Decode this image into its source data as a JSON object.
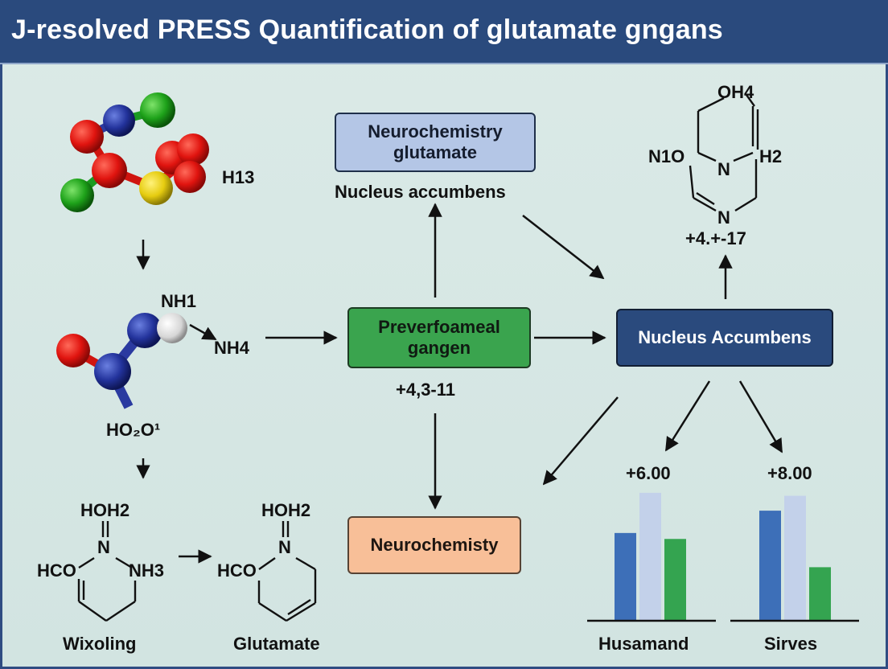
{
  "title": "J-resolved PRESS Quantification of glutamate gngans",
  "molecule_top": {
    "label": "H13"
  },
  "molecule_mid": {
    "label_nh1": "NH1",
    "label_nh4": "NH4",
    "label_ho": "HO₂O¹"
  },
  "ring_left": {
    "top": "HOH2",
    "n": "N",
    "left": "HCO",
    "right": "NH3",
    "caption": "Wixoling"
  },
  "ring_right": {
    "top": "HOH2",
    "n": "N",
    "left": "HCO",
    "caption": "Glutamate"
  },
  "box_neuro_glutamate": {
    "line1": "Neurochemistry",
    "line2": "glutamate"
  },
  "label_nucleus_accumbens": "Nucleus accumbens",
  "box_preverfoameal": {
    "line1": "Preverfoameal",
    "line2": "gangen"
  },
  "label_value_mid": "+4,3-11",
  "box_nucleus_accumbens": "Nucleus Accumbens",
  "box_neurochemisty": "Neurochemisty",
  "ring_topright": {
    "top": "OH4",
    "left": "N1O",
    "n_mid": "N",
    "right": "H2",
    "n_bottom": "N",
    "value": "+4.+-17"
  },
  "chart_data": [
    {
      "type": "bar",
      "categories": [
        "1",
        "2",
        "3"
      ],
      "values": [
        5.9,
        8.6,
        5.5
      ],
      "annotation": "+6.00",
      "xlabel": "Husamand",
      "colors": [
        "#3d6fb8",
        "#c3d1ea",
        "#34a450"
      ]
    },
    {
      "type": "bar",
      "categories": [
        "1",
        "2",
        "3"
      ],
      "values": [
        7.4,
        8.4,
        3.6
      ],
      "annotation": "+8.00",
      "xlabel": "Sirves",
      "colors": [
        "#3d6fb8",
        "#c3d1ea",
        "#34a450"
      ]
    }
  ]
}
